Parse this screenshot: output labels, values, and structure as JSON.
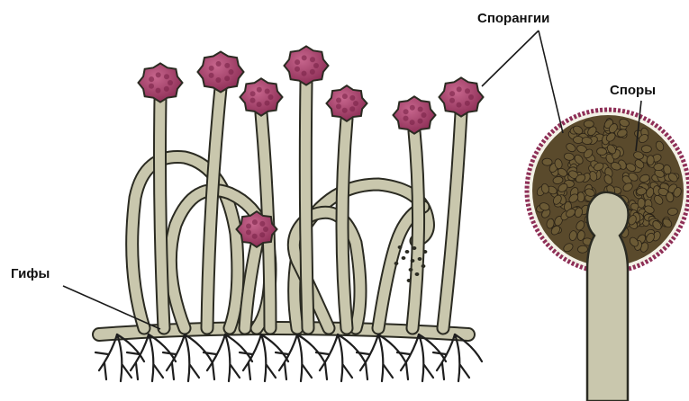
{
  "labels": {
    "sporangia": "Спорангии",
    "spores": "Споры",
    "hyphae": "Гифы"
  },
  "colors": {
    "hypha_fill": "#c9c7ad",
    "outline": "#2b2b22",
    "sporangium": "#a8406a",
    "sporangium_wall": "#8e2f57",
    "spore": "#6b5a35",
    "rhizoid": "#1e1e1e"
  }
}
